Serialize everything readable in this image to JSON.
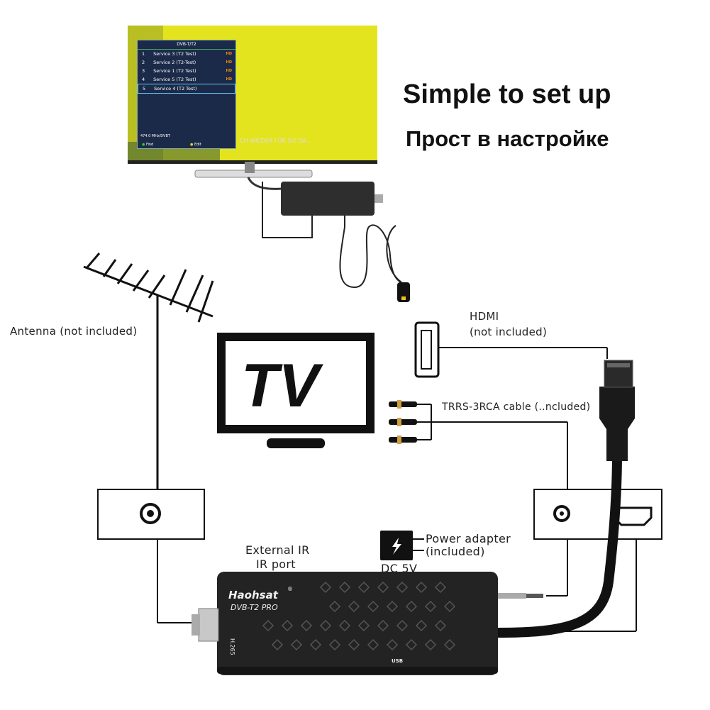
{
  "title_en": "Simple to set up",
  "title_ru": "Прост в настройке",
  "labels": {
    "antenna": "Antenna (not included)",
    "hdmi_line1": "HDMI",
    "hdmi_line2": "(not included)",
    "trrs": "TRRS-3RCA cable (..ncluded)",
    "tv": "TV",
    "ext_ir_line1": "External IR",
    "ext_ir_line2": "IR port",
    "power_line1": "Power adapter",
    "power_line2": "(included)",
    "dc": "DC 5V"
  },
  "device": {
    "brand": "Haohsat",
    "model": "DVB-T2 PRO",
    "codec": "H.265",
    "usb": "USB"
  },
  "tv_menu": {
    "header": "DVB-T/T2",
    "items": [
      {
        "num": "1",
        "name": "Service 3 (T2 Test)",
        "badge": "HD"
      },
      {
        "num": "2",
        "name": "Service 2 (T2-Test)",
        "badge": "HD"
      },
      {
        "num": "3",
        "name": "Service 1 (T2 Test)",
        "badge": "HD"
      },
      {
        "num": "4",
        "name": "Service 5 (T2 Test)",
        "badge": "HD"
      },
      {
        "num": "5",
        "name": "Service 4 (T2 Test)",
        "badge": ""
      }
    ],
    "freq": "474.0 MHz/DVBT",
    "find": "Find",
    "edit": "Edit",
    "ticker": "CH WIEDER FÜR SIE DA..."
  },
  "colors": {
    "tv_screen": "#e4e41e",
    "menu_bg": "#1c2a4a",
    "device_body": "#222222",
    "lines": "#222222"
  }
}
